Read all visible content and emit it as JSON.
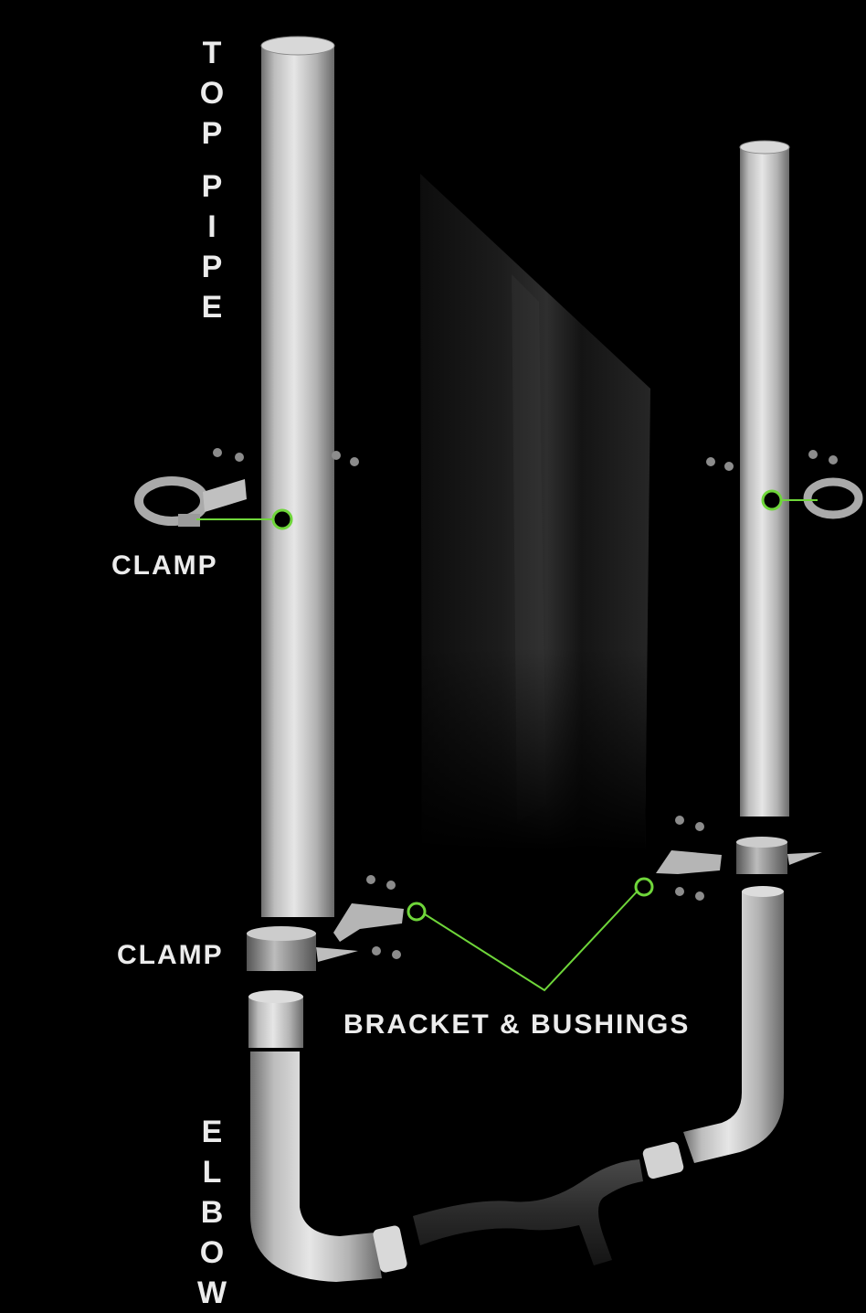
{
  "labels": {
    "top_pipe": [
      "T",
      "O",
      "P",
      "",
      "P",
      "I",
      "P",
      "E"
    ],
    "clamp_upper": "CLAMP",
    "clamp_lower": "CLAMP",
    "bracket_bushings": "BRACKET & BUSHINGS",
    "elbow": [
      "E",
      "L",
      "B",
      "O",
      "W"
    ]
  },
  "colors": {
    "background": "#000000",
    "label_text": "#ececec",
    "callout_line": "#6fd63a",
    "pipe_chrome": "#c9c9c9",
    "y_pipe": "#2b2b2b"
  }
}
